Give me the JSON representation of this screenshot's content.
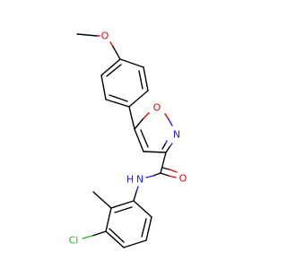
{
  "atoms": {
    "o_ether": {
      "label": "O",
      "color": "#e0000c"
    },
    "o_ring": {
      "label": "O",
      "color": "#e0000c"
    },
    "n_ring": {
      "label": "N",
      "color": "#2020ff"
    },
    "o_carbonyl": {
      "label": "O",
      "color": "#e0000c"
    },
    "n_amide": {
      "label": "N",
      "color": "#2020ff"
    },
    "h_amide": {
      "label": "H",
      "color": "#2020ff"
    },
    "cl": {
      "label": "Cl",
      "color": "#1fb51f"
    }
  }
}
